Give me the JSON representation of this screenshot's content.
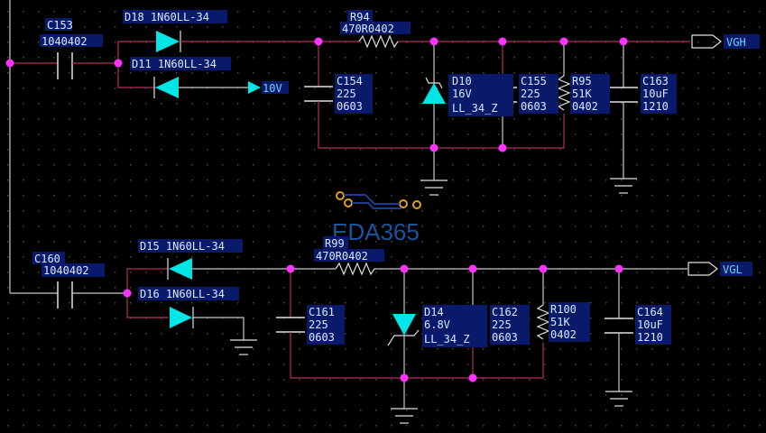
{
  "colors": {
    "background": "#000000",
    "wire": "#c8c8c8",
    "net_highlight": "#b0305a",
    "junction": "#ff33ff",
    "diode_fill": "#00e5e5",
    "label_bg": "#0a1a6a",
    "label_text": "#d8e8ff",
    "port_text": "#66d8ff",
    "grid_dot": "#4a4a4a",
    "watermark": "#1f63b8"
  },
  "watermark": {
    "text": "EDA365"
  },
  "ports": [
    {
      "id": "vgh",
      "label": "VGH"
    },
    {
      "id": "vgl",
      "label": "VGL"
    },
    {
      "id": "10v",
      "label": "10V"
    }
  ],
  "components": {
    "C153": {
      "ref": "C153",
      "value": "104",
      "footprint": "0402",
      "text": "1040402"
    },
    "D18": {
      "ref": "D18",
      "value": "1N60",
      "footprint": "LL-34",
      "text": "D18 1N60LL-34"
    },
    "D11": {
      "ref": "D11",
      "value": "1N60",
      "footprint": "LL-34",
      "text": "D11 1N60LL-34"
    },
    "R94": {
      "ref": "R94",
      "value": "470R",
      "footprint": "0402",
      "text": "470R0402"
    },
    "C154": {
      "ref": "C154",
      "value": "225",
      "footprint": "0603"
    },
    "D10": {
      "ref": "D10",
      "value": "16V",
      "footprint": "LL_34_Z"
    },
    "C155": {
      "ref": "C155",
      "value": "225",
      "footprint": "0603"
    },
    "R95": {
      "ref": "R95",
      "value": "51K",
      "footprint": "0402"
    },
    "C163": {
      "ref": "C163",
      "value": "10uF",
      "footprint": "1210"
    },
    "C160": {
      "ref": "C160",
      "value": "104",
      "footprint": "0402",
      "text": "1040402"
    },
    "D15": {
      "ref": "D15",
      "value": "1N60",
      "footprint": "LL-34",
      "text": "D15 1N60LL-34"
    },
    "D16": {
      "ref": "D16",
      "value": "1N60",
      "footprint": "LL-34",
      "text": "D16 1N60LL-34"
    },
    "R99": {
      "ref": "R99",
      "value": "470R",
      "footprint": "0402",
      "text": "470R0402"
    },
    "C161": {
      "ref": "C161",
      "value": "225",
      "footprint": "0603"
    },
    "D14": {
      "ref": "D14",
      "value": "6.8V",
      "footprint": "LL_34_Z"
    },
    "C162": {
      "ref": "C162",
      "value": "225",
      "footprint": "0603"
    },
    "R100": {
      "ref": "R100",
      "value": "51K",
      "footprint": "0402"
    },
    "C164": {
      "ref": "C164",
      "value": "10uF",
      "footprint": "1210"
    }
  }
}
